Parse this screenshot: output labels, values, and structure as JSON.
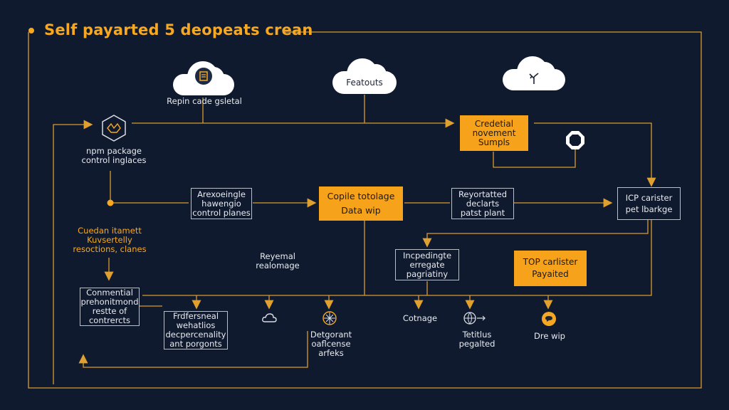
{
  "title": "Self payarted 5 deopeats crean",
  "clouds": {
    "left_caption": "Repin cade gsletal",
    "middle_label": "Featouts"
  },
  "nodes": {
    "npm_package": "npm package\ncontrol inglaces",
    "credential": "Credetial\nnovement\nSumpls",
    "areoxengle": "Arexoeingle\nhawengio\ncontrol planes",
    "copile": "Copile totolage\nData wip",
    "reyortatted": "Reyortatted\ndeclarts\npatst plant",
    "icp_canister": "ICP carister\npet lbarkge",
    "cuedan": "Cuedan itamett\nKuvsertelly\nresoctions, clanes",
    "reyemal": "Reyemal\nrealomage",
    "incpedingte": "Incpedingte\nerregate\npagriatiny",
    "top_canister": "TOP carlister\nPayaited",
    "conmential": "Conmential\nprehonitmond\nrestte of\ncontrercts",
    "frdfersneal": "Frdfersneal\nwehatlios\ndecpercenality\nant porgonts",
    "detgorant": "Detgorant\noaflcense\narfeks",
    "cotnage": "Cotnage",
    "tetitlus": "Tetitlus\npegalted",
    "dre_wip": "Dre wip"
  },
  "icons": {
    "cloud_left": "document-icon",
    "cloud_right": "plant-icon",
    "npm_hex": "hexagon-chart-icon",
    "octagon": "octagon-icon",
    "small_cloud": "cloud-icon",
    "compass": "compass-icon",
    "globe": "globe-arrow-icon",
    "chat": "chat-bubble-icon"
  },
  "colors": {
    "background": "#0f1a2e",
    "accent": "#f7a823",
    "line": "#e0a030",
    "box_border": "#b8bfc9",
    "text": "#e8ebf0"
  }
}
